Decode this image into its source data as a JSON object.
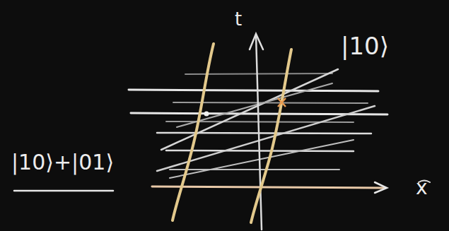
{
  "diagram": {
    "labels": [
      "t",
      "x",
      "|10⟩",
      "|10⟩+|01⟩"
    ]
  }
}
